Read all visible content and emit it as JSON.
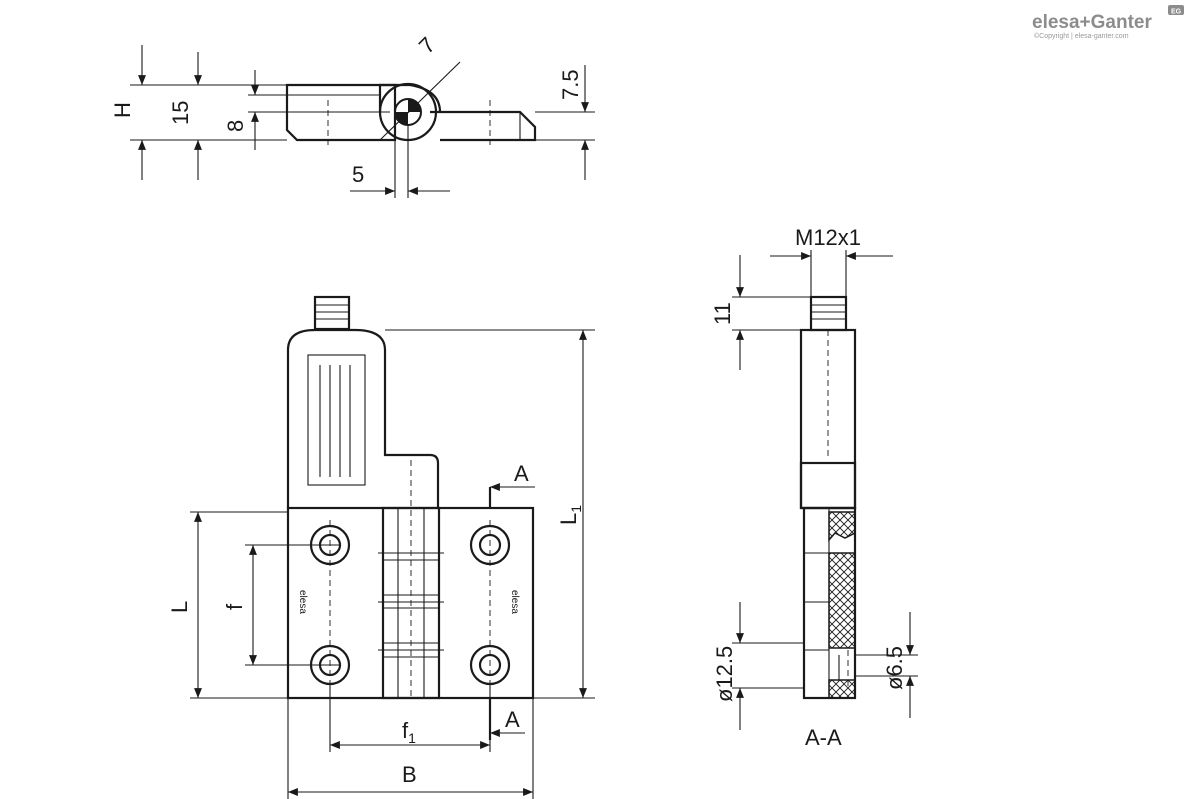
{
  "brand": {
    "logo_text": "elesa+Ganter",
    "badge": "EG",
    "copyright": "©Copyright | elesa-ganter.com"
  },
  "top_view": {
    "dim_H": "H",
    "dim_15": "15",
    "dim_8": "8",
    "dim_7": "7",
    "dim_7_5": "7.5",
    "dim_5": "5"
  },
  "front_view": {
    "dim_L": "L",
    "dim_f": "f",
    "dim_f1": "f1",
    "dim_f1_main": "f",
    "dim_f1_sub": "1",
    "dim_B": "B",
    "dim_L1_main": "L",
    "dim_L1_sub": "1",
    "section_mark_top": "A",
    "section_mark_bottom": "A",
    "body_mark_left": "elesa",
    "body_mark_right": "elesa"
  },
  "section_view": {
    "dim_thread": "M12x1",
    "dim_11": "11",
    "dim_d12_5": "ø12.5",
    "dim_d6_5": "ø6.5",
    "title": "A-A"
  }
}
